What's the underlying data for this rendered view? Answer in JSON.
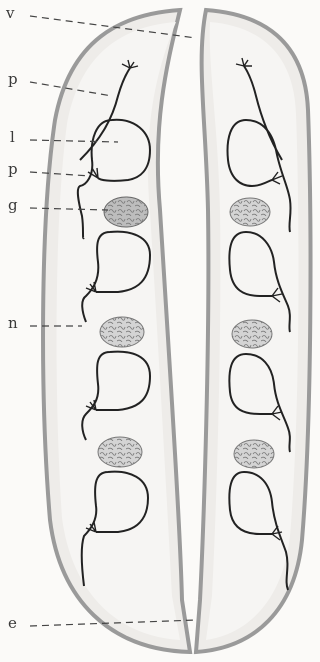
{
  "figure": {
    "labels": {
      "v": "v",
      "p1": "p",
      "l": "l",
      "p2": "p",
      "g": "g",
      "n": "n",
      "e": "e"
    },
    "colors": {
      "background": "#fbfaf8",
      "body_fill": "#eeece9",
      "body_edge": "#9a9a9a",
      "inner_fill": "#f6f5f3",
      "tubule_stroke": "#222222",
      "ganglion_fill": "#bdbdbd",
      "ganglion_pattern": "#7a7a7a",
      "leader_line": "#444444"
    }
  }
}
